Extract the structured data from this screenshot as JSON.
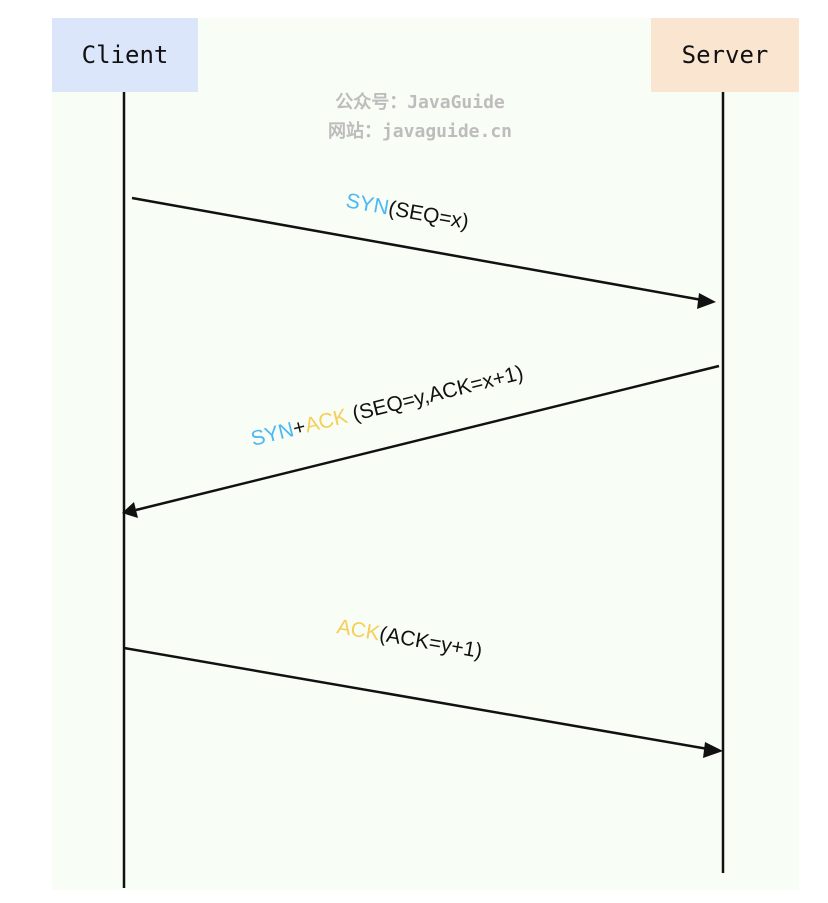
{
  "actors": {
    "client": "Client",
    "server": "Server"
  },
  "watermark": {
    "line1": "公众号：JavaGuide",
    "line2": "网站：javaguide.cn"
  },
  "messages": [
    {
      "parts": [
        {
          "text": "SYN",
          "color": "#4bb8f6"
        },
        {
          "text": "(SEQ=x)",
          "color": "#111111"
        }
      ]
    },
    {
      "parts": [
        {
          "text": "SYN",
          "color": "#4bb8f6"
        },
        {
          "text": "+",
          "color": "#111111"
        },
        {
          "text": "ACK",
          "color": "#f6cf5a"
        },
        {
          "text": " (SEQ=y,ACK=x+1)",
          "color": "#111111"
        }
      ]
    },
    {
      "parts": [
        {
          "text": "ACK",
          "color": "#f6cf5a"
        },
        {
          "text": "(ACK=y+1)",
          "color": "#111111"
        }
      ]
    }
  ]
}
